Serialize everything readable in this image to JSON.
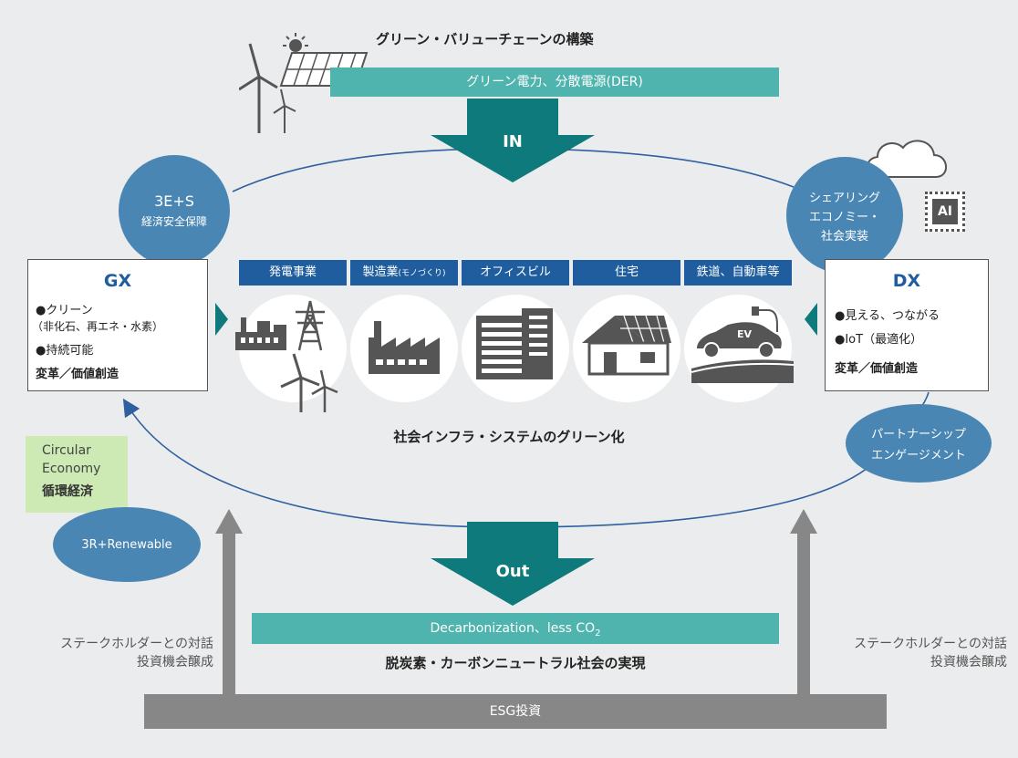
{
  "header": {
    "title": "グリーン・バリューチェーンの構築",
    "input_bar": "グリーン電力、分散電源(DER)",
    "in_label": "IN"
  },
  "gx": {
    "circle_title": "3E+S",
    "circle_sub": "経済安全保障",
    "title": "GX",
    "line1": "●クリーン",
    "line2": "（非化石、再エネ・水素）",
    "line3": "●持続可能",
    "line4": "変革／価値創造"
  },
  "dx": {
    "circle_line1": "シェアリング",
    "circle_line2": "エコノミー・",
    "circle_line3": "社会実装",
    "ai_label": "AI",
    "title": "DX",
    "line1": "●見える、つながる",
    "line2": "●IoT（最適化）",
    "line3": "変革／価値創造"
  },
  "sectors": [
    {
      "label": "発電事業"
    },
    {
      "label": "製造業",
      "sub": "(モノづくり)"
    },
    {
      "label": "オフィスビル"
    },
    {
      "label": "住宅"
    },
    {
      "label": "鉄道、自動車等"
    }
  ],
  "ev_label": "EV",
  "center_caption": "社会インフラ・システムのグリーン化",
  "partnership": {
    "line1": "パートナーシップ",
    "line2": "エンゲージメント"
  },
  "circular": {
    "line1": "Circular",
    "line2": "Economy",
    "line3": "循環経済"
  },
  "renewable": "3R+Renewable",
  "out_label": "Out",
  "output_bar": {
    "main": "Decarbonization、less CO",
    "sub": "2"
  },
  "bottom_caption": "脱炭素・カーボンニュートラル社会の実現",
  "stakeholder_left": {
    "line1": "ステークホルダーとの対話",
    "line2": "投資機会醸成"
  },
  "stakeholder_right": {
    "line1": "ステークホルダーとの対話",
    "line2": "投資機会醸成"
  },
  "esg_bar": "ESG投資",
  "colors": {
    "teal": "#4fb3ae",
    "dark_teal": "#0e7a7c",
    "circle_blue": "#4a86b4",
    "navy": "#1f5d9f",
    "gray": "#878787",
    "green_box": "#cde9b4"
  }
}
